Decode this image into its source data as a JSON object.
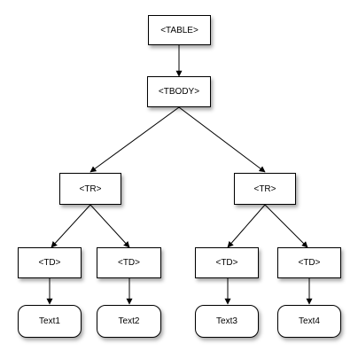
{
  "nodes": {
    "table": "<TABLE>",
    "tbody": "<TBODY>",
    "tr_left": "<TR>",
    "tr_right": "<TR>",
    "td_1": "<TD>",
    "td_2": "<TD>",
    "td_3": "<TD>",
    "td_4": "<TD>",
    "text_1": "Text1",
    "text_2": "Text2",
    "text_3": "Text3",
    "text_4": "Text4"
  },
  "colors": {
    "line": "#000000",
    "node_border": "#000000",
    "background": "#ffffff"
  }
}
